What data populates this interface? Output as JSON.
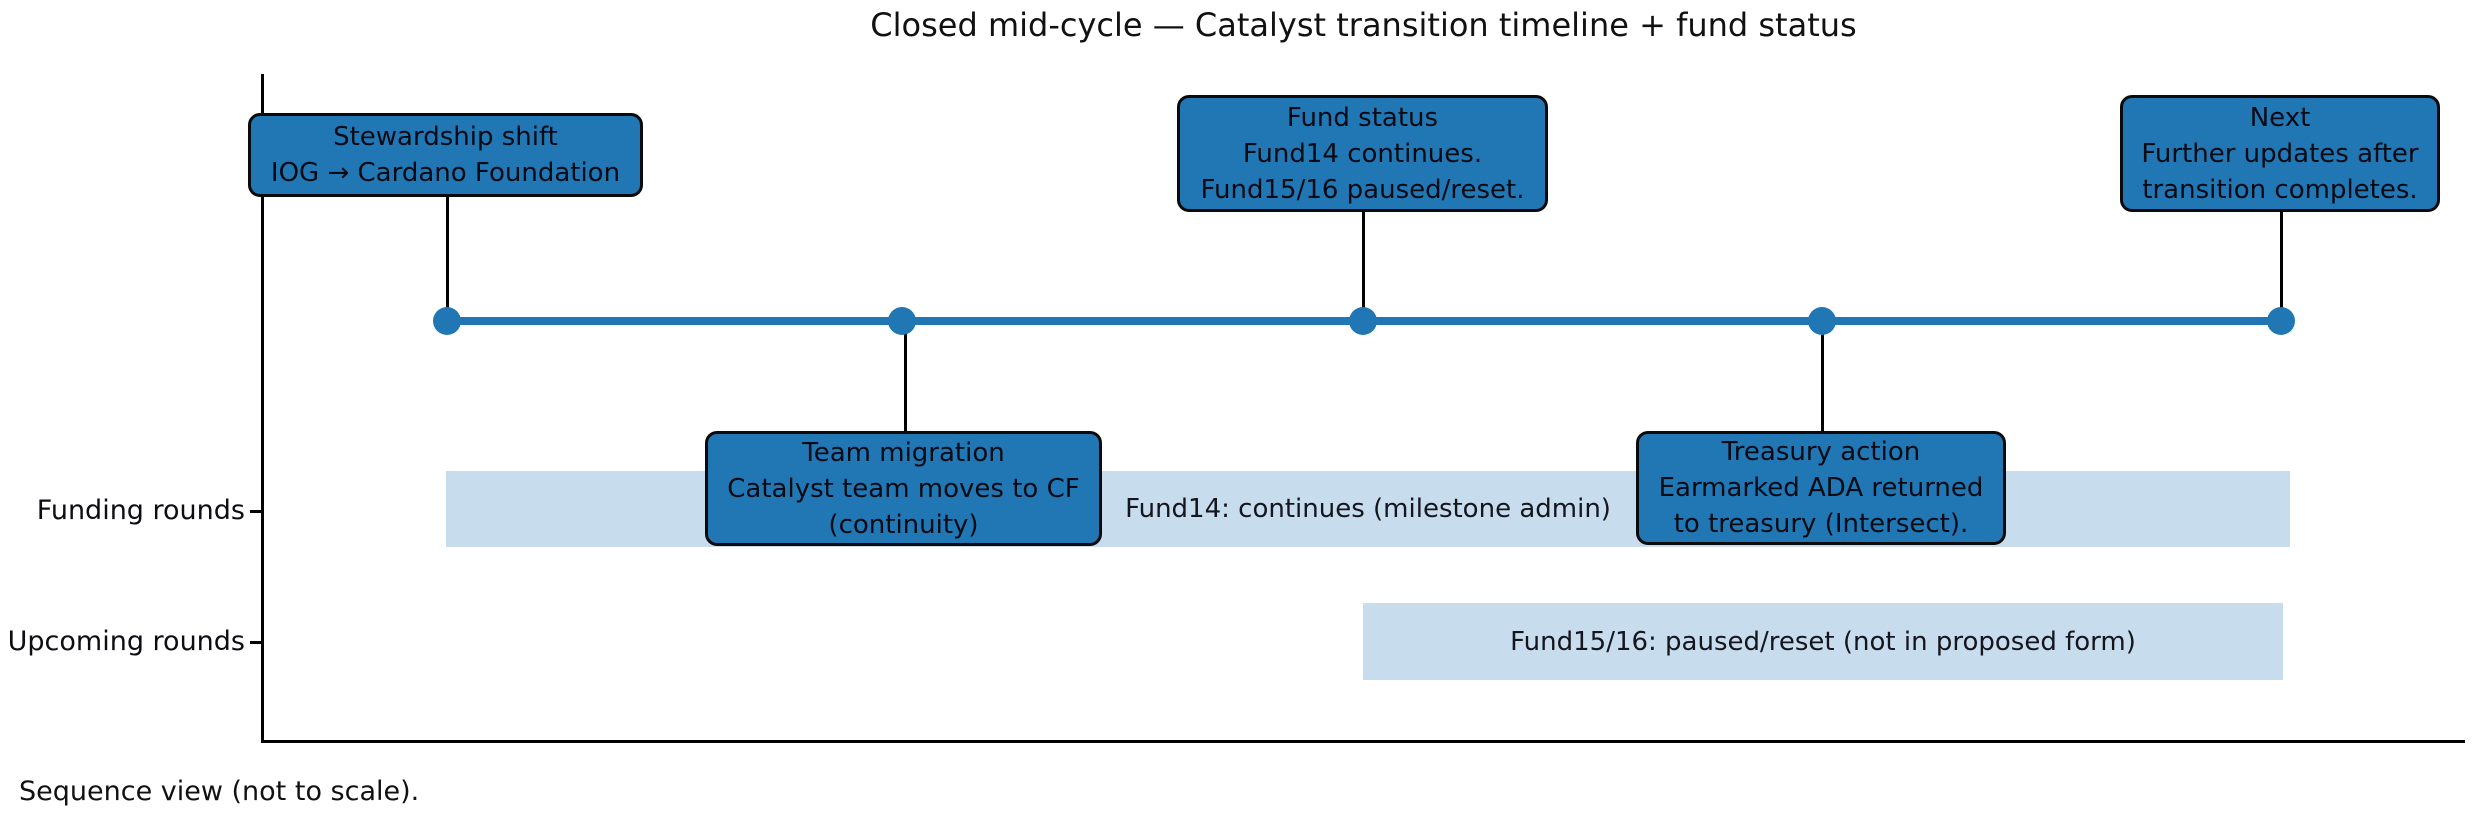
{
  "figure": {
    "title": "Closed mid-cycle — Catalyst transition timeline + fund status",
    "note": "Sequence view (not to scale).",
    "colors": {
      "node_fill": "#2077b4",
      "band_fill": "#c7dcec",
      "edge": "#000000",
      "text": "#0d0d14"
    }
  },
  "axis": {
    "rows": [
      {
        "label": "Funding rounds"
      },
      {
        "label": "Upcoming rounds"
      }
    ]
  },
  "milestones": [
    {
      "name": "stewardship-shift",
      "position": "above-line",
      "lines": [
        "Stewardship shift",
        "IOG → Cardano Foundation"
      ]
    },
    {
      "name": "team-migration",
      "position": "below-line",
      "lines": [
        "Team migration",
        "Catalyst team moves to CF",
        "(continuity)"
      ]
    },
    {
      "name": "fund-status",
      "position": "above-line",
      "lines": [
        "Fund status",
        "Fund14 continues.",
        "Fund15/16 paused/reset."
      ]
    },
    {
      "name": "treasury-action",
      "position": "below-line",
      "lines": [
        "Treasury action",
        "Earmarked ADA returned",
        "to treasury (Intersect)."
      ]
    },
    {
      "name": "next",
      "position": "above-line",
      "lines": [
        "Next",
        "Further updates after",
        "transition completes."
      ]
    }
  ],
  "bands": [
    {
      "row": "Funding rounds",
      "label": "Fund14: continues (milestone admin)"
    },
    {
      "row": "Upcoming rounds",
      "label": "Fund15/16: paused/reset (not in proposed form)"
    }
  ]
}
